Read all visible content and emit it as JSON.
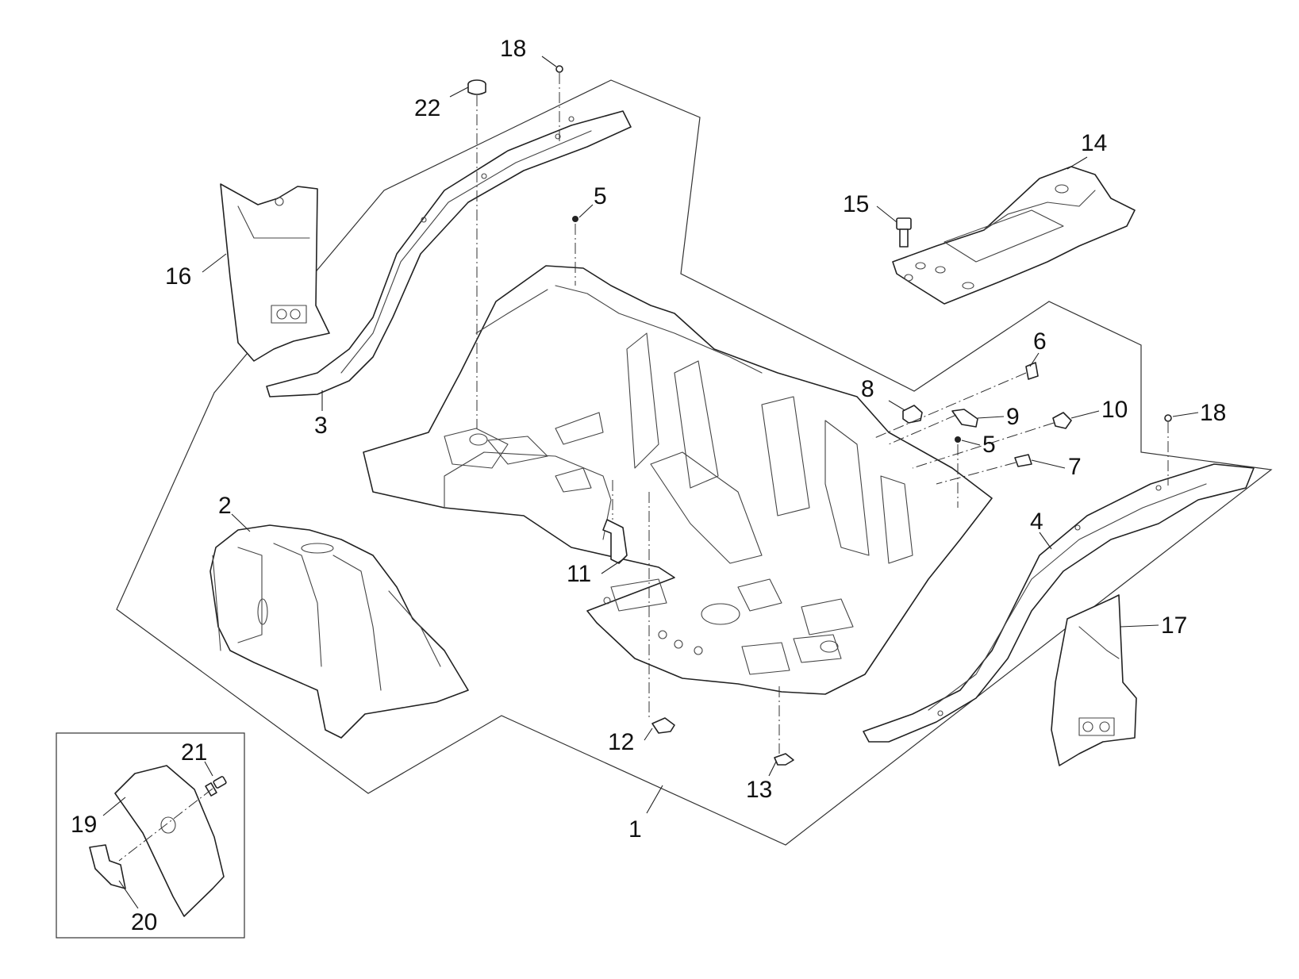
{
  "callouts": {
    "c1": "1",
    "c2": "2",
    "c3": "3",
    "c4": "4",
    "c5a": "5",
    "c5b": "5",
    "c6": "6",
    "c7": "7",
    "c8": "8",
    "c9": "9",
    "c10": "10",
    "c11": "11",
    "c12": "12",
    "c13": "13",
    "c14": "14",
    "c15": "15",
    "c16": "16",
    "c17": "17",
    "c18a": "18",
    "c18b": "18",
    "c19": "19",
    "c20": "20",
    "c21": "21",
    "c22": "22"
  }
}
